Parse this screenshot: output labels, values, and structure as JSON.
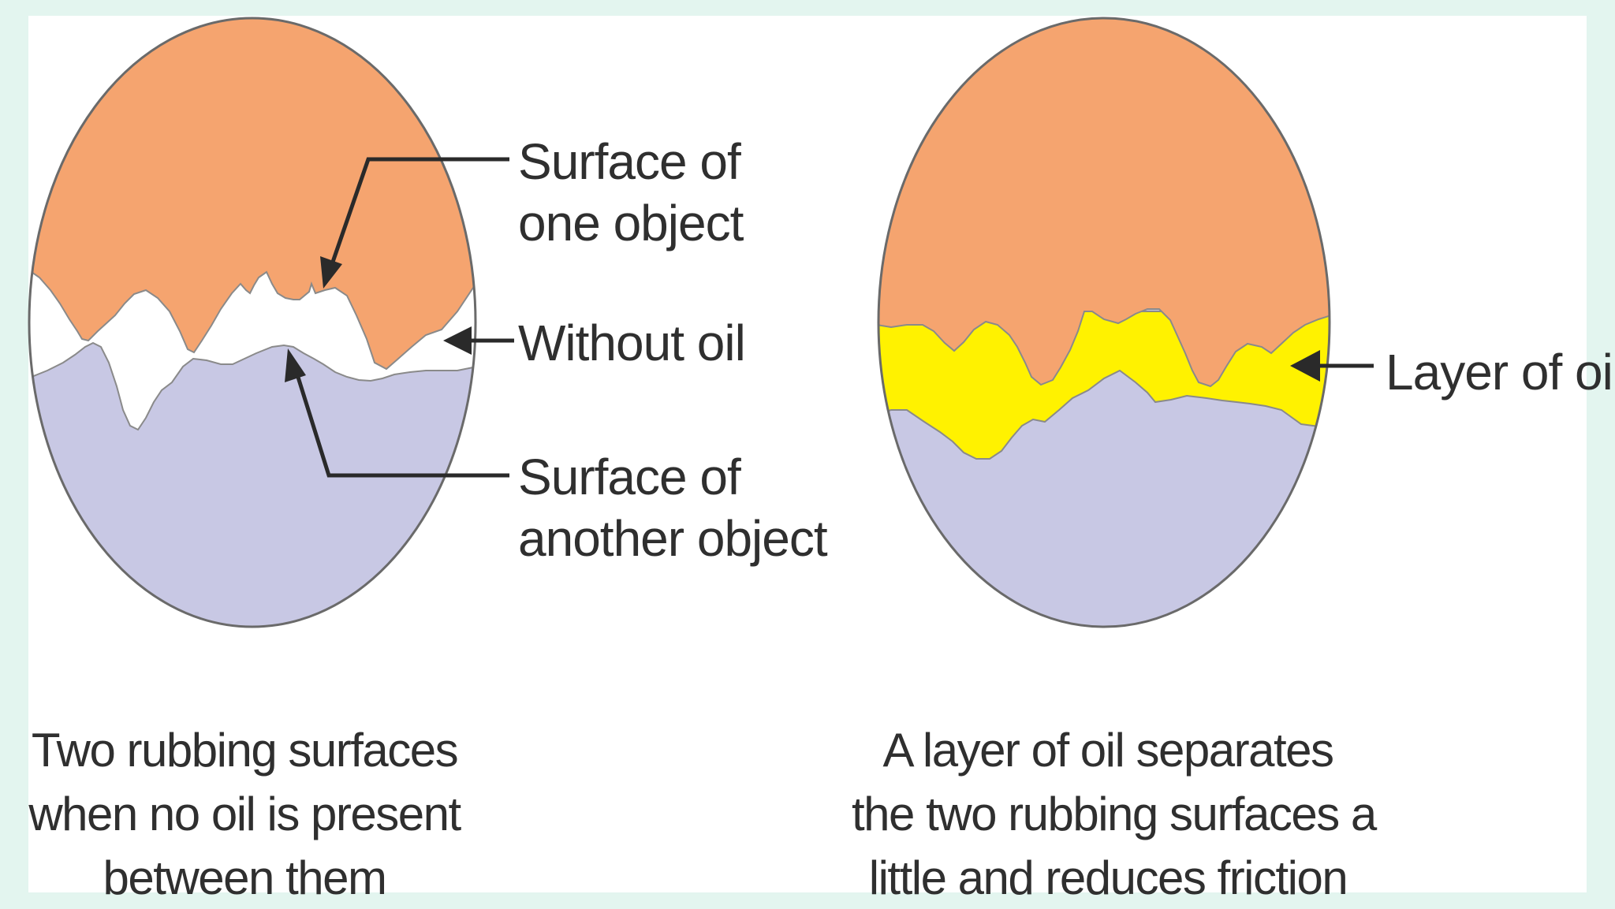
{
  "colors": {
    "page_border": "#e3f5ef",
    "upper_object": "#f5a46f",
    "lower_object": "#c8c8e4",
    "oil_layer": "#fff200",
    "gap": "#ffffff",
    "outline": "#6a6a6a",
    "arrow": "#2a2a2a",
    "text": "#2f2f2f"
  },
  "left_diagram": {
    "labels": {
      "surface_one_line1": "Surface of",
      "surface_one_line2": "one object",
      "without_oil": "Without oil",
      "surface_another_line1": "Surface of",
      "surface_another_line2": "another object"
    },
    "caption": {
      "line1": "Two rubbing surfaces",
      "line2": "when no oil is present",
      "line3": "between them"
    }
  },
  "right_diagram": {
    "labels": {
      "layer_of_oil": "Layer of oil"
    },
    "caption": {
      "line1": "A layer of oil separates",
      "line2": "the two rubbing surfaces a",
      "line3": "little and reduces friction"
    }
  }
}
